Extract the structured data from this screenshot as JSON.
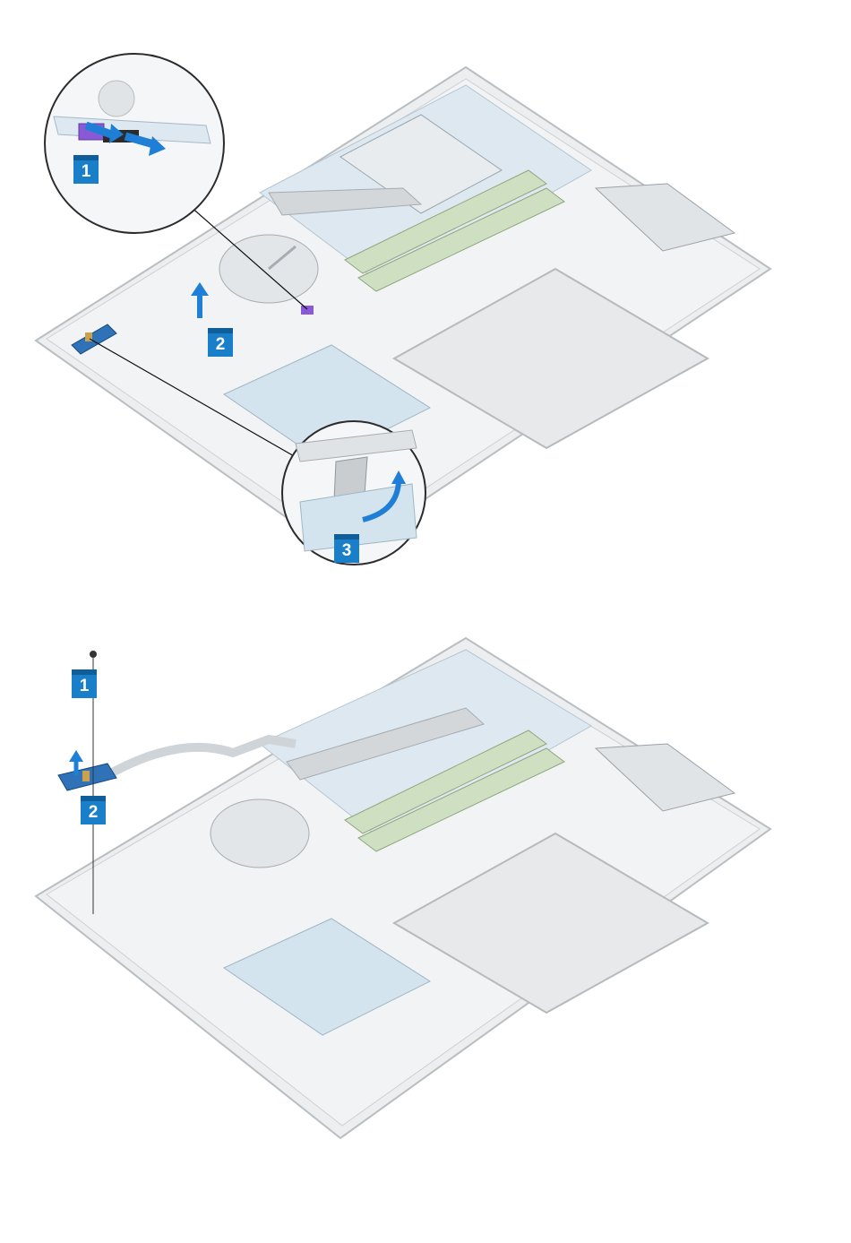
{
  "figures": [
    {
      "id": "top",
      "callouts": [
        {
          "number": "1",
          "label": "1"
        },
        {
          "number": "2",
          "label": "2"
        },
        {
          "number": "3",
          "label": "3"
        }
      ]
    },
    {
      "id": "bottom",
      "callouts": [
        {
          "number": "1",
          "label": "1"
        },
        {
          "number": "2",
          "label": "2"
        }
      ]
    }
  ],
  "colors": {
    "callout_badge": "#1a7fc9",
    "callout_badge_dark": "#0f5e99",
    "arrow": "#1f7fd6",
    "chassis": "#e3e6e8",
    "board": "#dfe9f1",
    "dimm": "#cfe0c2",
    "connector": "#8a5ad6"
  },
  "icons": [
    "screw-icon",
    "arrow-up-icon",
    "double-arrow-icon"
  ]
}
